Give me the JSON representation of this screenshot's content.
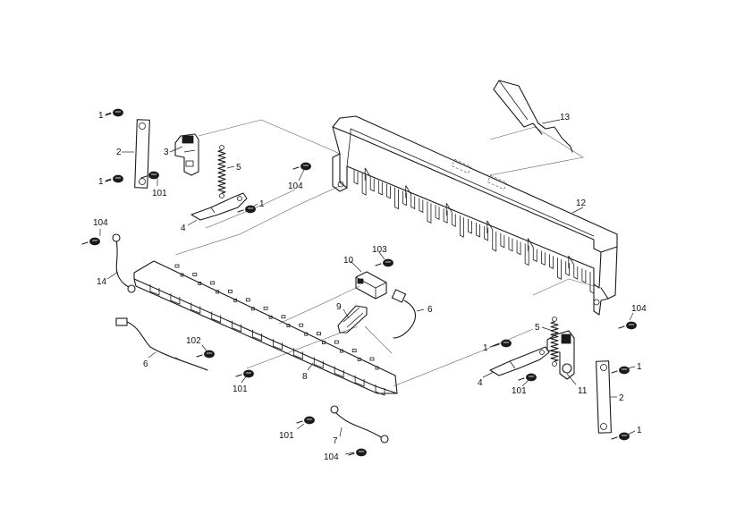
{
  "callouts": [
    {
      "id": "c1a",
      "text": "1"
    },
    {
      "id": "c1b",
      "text": "1"
    },
    {
      "id": "c2a",
      "text": "2"
    },
    {
      "id": "c3",
      "text": "3"
    },
    {
      "id": "c5a",
      "text": "5"
    },
    {
      "id": "c101a",
      "text": "101"
    },
    {
      "id": "c1c",
      "text": "1"
    },
    {
      "id": "c4a",
      "text": "4"
    },
    {
      "id": "c104a",
      "text": "104"
    },
    {
      "id": "c13",
      "text": "13"
    },
    {
      "id": "c12",
      "text": "12"
    },
    {
      "id": "c104b",
      "text": "104"
    },
    {
      "id": "c14",
      "text": "14"
    },
    {
      "id": "c10",
      "text": "10"
    },
    {
      "id": "c103",
      "text": "103"
    },
    {
      "id": "c9",
      "text": "9"
    },
    {
      "id": "c6a",
      "text": "6"
    },
    {
      "id": "c104c",
      "text": "104"
    },
    {
      "id": "c5b",
      "text": "5"
    },
    {
      "id": "c1d",
      "text": "1"
    },
    {
      "id": "c102",
      "text": "102"
    },
    {
      "id": "c6b",
      "text": "6"
    },
    {
      "id": "c101b",
      "text": "101"
    },
    {
      "id": "c8",
      "text": "8"
    },
    {
      "id": "c4b",
      "text": "4"
    },
    {
      "id": "c101c",
      "text": "101"
    },
    {
      "id": "c11",
      "text": "11"
    },
    {
      "id": "c1e",
      "text": "1"
    },
    {
      "id": "c2b",
      "text": "2"
    },
    {
      "id": "c1f",
      "text": "1"
    },
    {
      "id": "c101d",
      "text": "101"
    },
    {
      "id": "c7",
      "text": "7"
    },
    {
      "id": "c104d",
      "text": "104"
    }
  ]
}
